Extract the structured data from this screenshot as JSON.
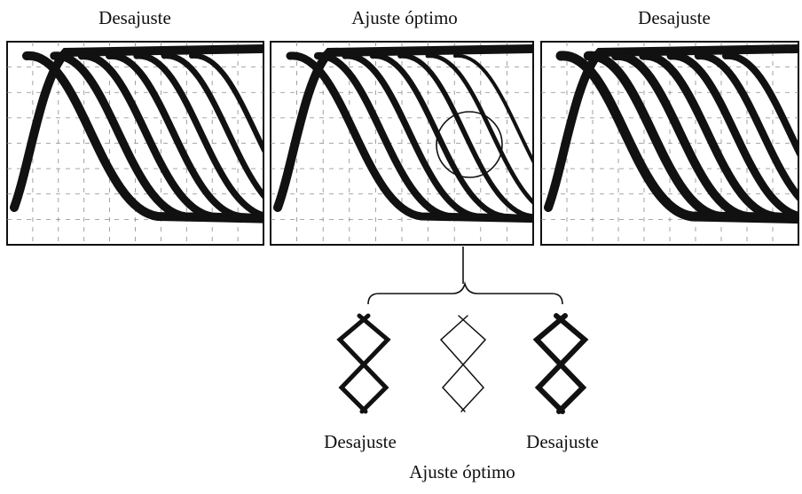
{
  "panels": [
    {
      "label": "Desajuste"
    },
    {
      "label": "Ajuste óptimo"
    },
    {
      "label": "Desajuste"
    }
  ],
  "detail": {
    "left_label": "Desajuste",
    "right_label": "Desajuste",
    "center_label": "Ajuste óptimo"
  },
  "colors": {
    "ink": "#111111",
    "grid": "#8a8a8a",
    "background": "#ffffff"
  }
}
